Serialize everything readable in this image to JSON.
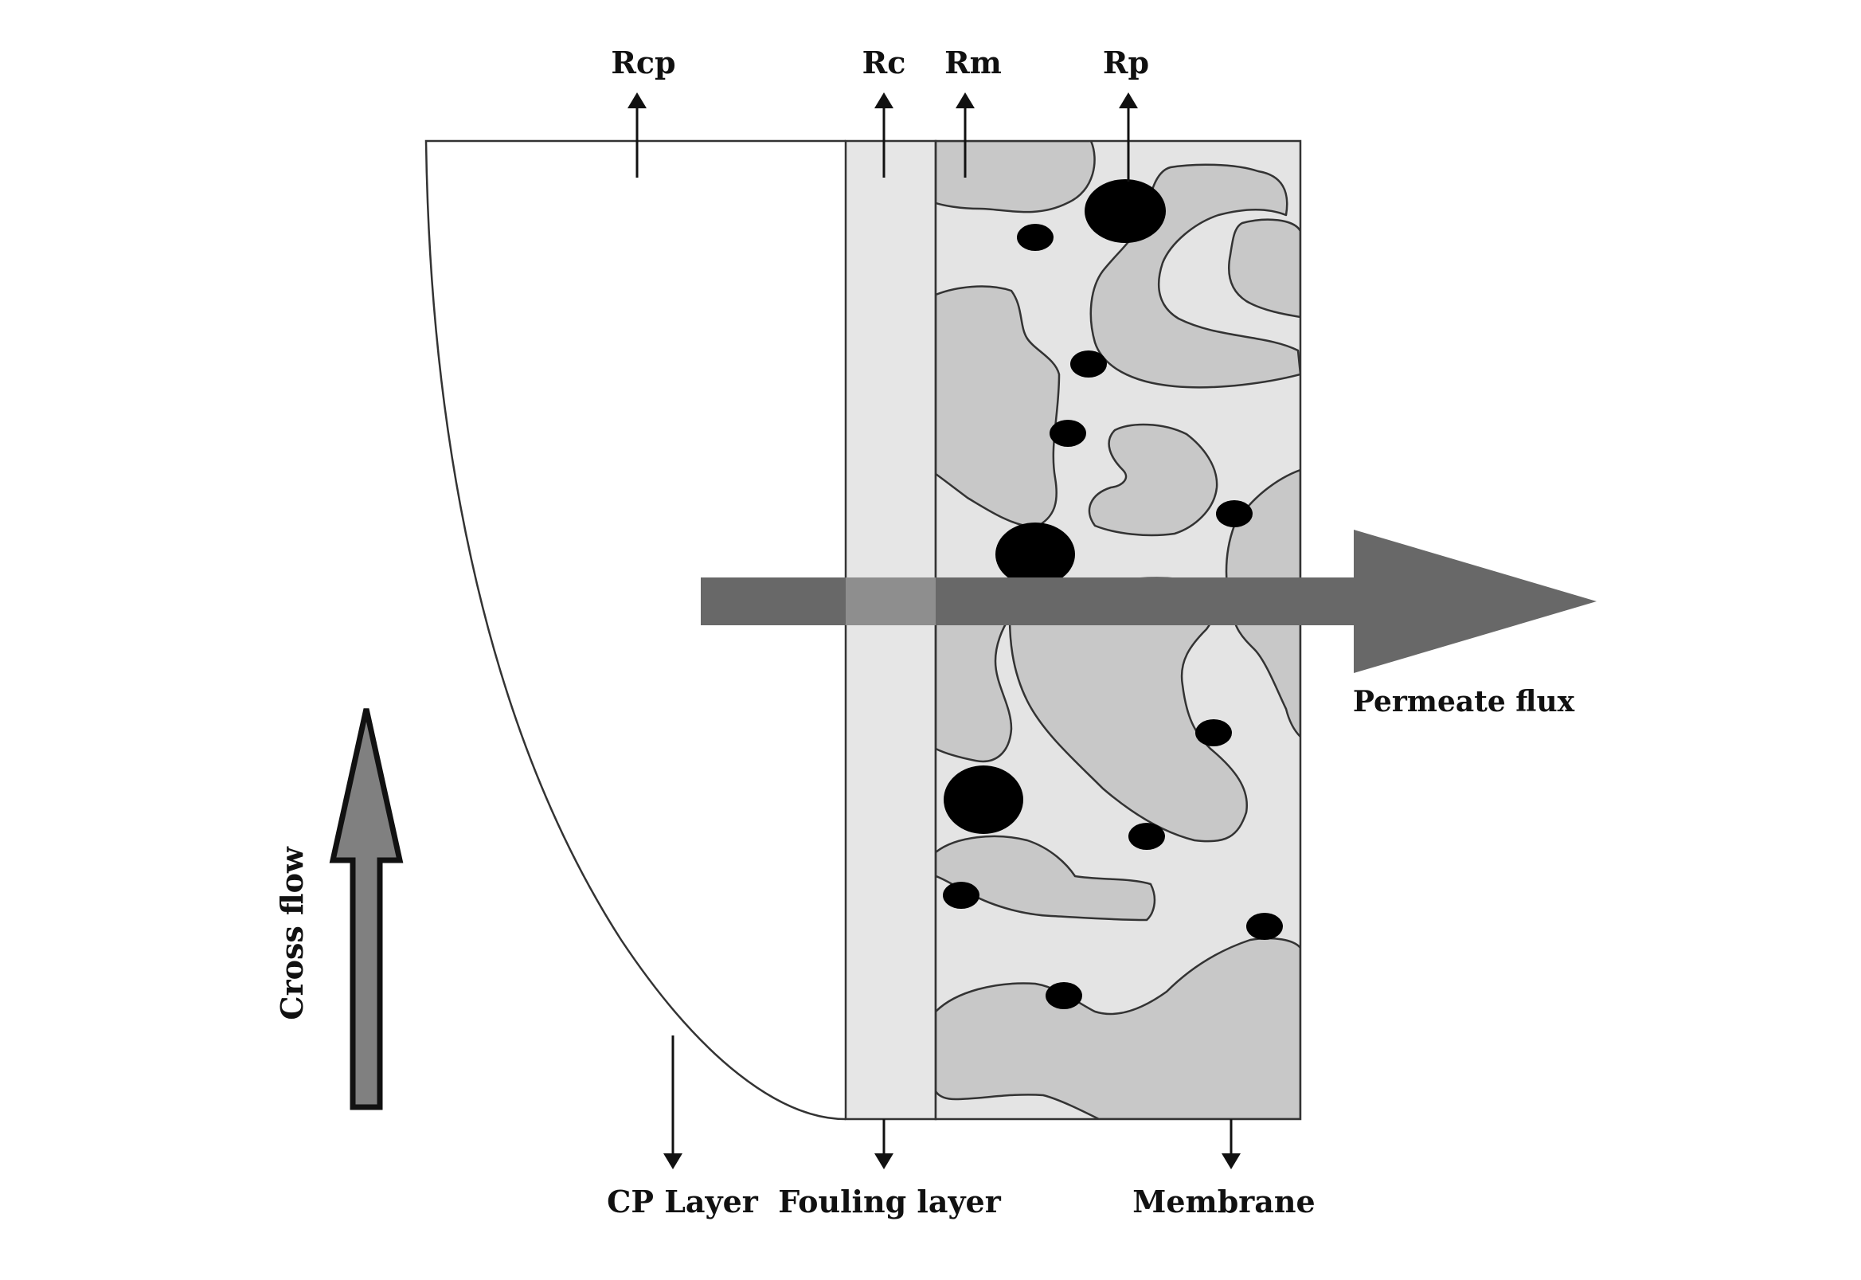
{
  "labels": {
    "rcp": "Rcp",
    "rc": "Rc",
    "rm": "Rm",
    "rp": "Rp",
    "cp_layer": "CP Layer",
    "fouling_layer": "Fouling layer",
    "membrane": "Membrane",
    "permeate_flux": "Permeate flux",
    "cross_flow": "Cross flow"
  },
  "colors": {
    "background": "#ffffff",
    "fouling_layer": "#e6e6e6",
    "membrane_pore_space": "#e4e4e4",
    "membrane_grain": "#c8c8c8",
    "foulant_particle": "#000000",
    "permeate_arrow": "#686868",
    "cross_flow_arrow": "#808080"
  }
}
